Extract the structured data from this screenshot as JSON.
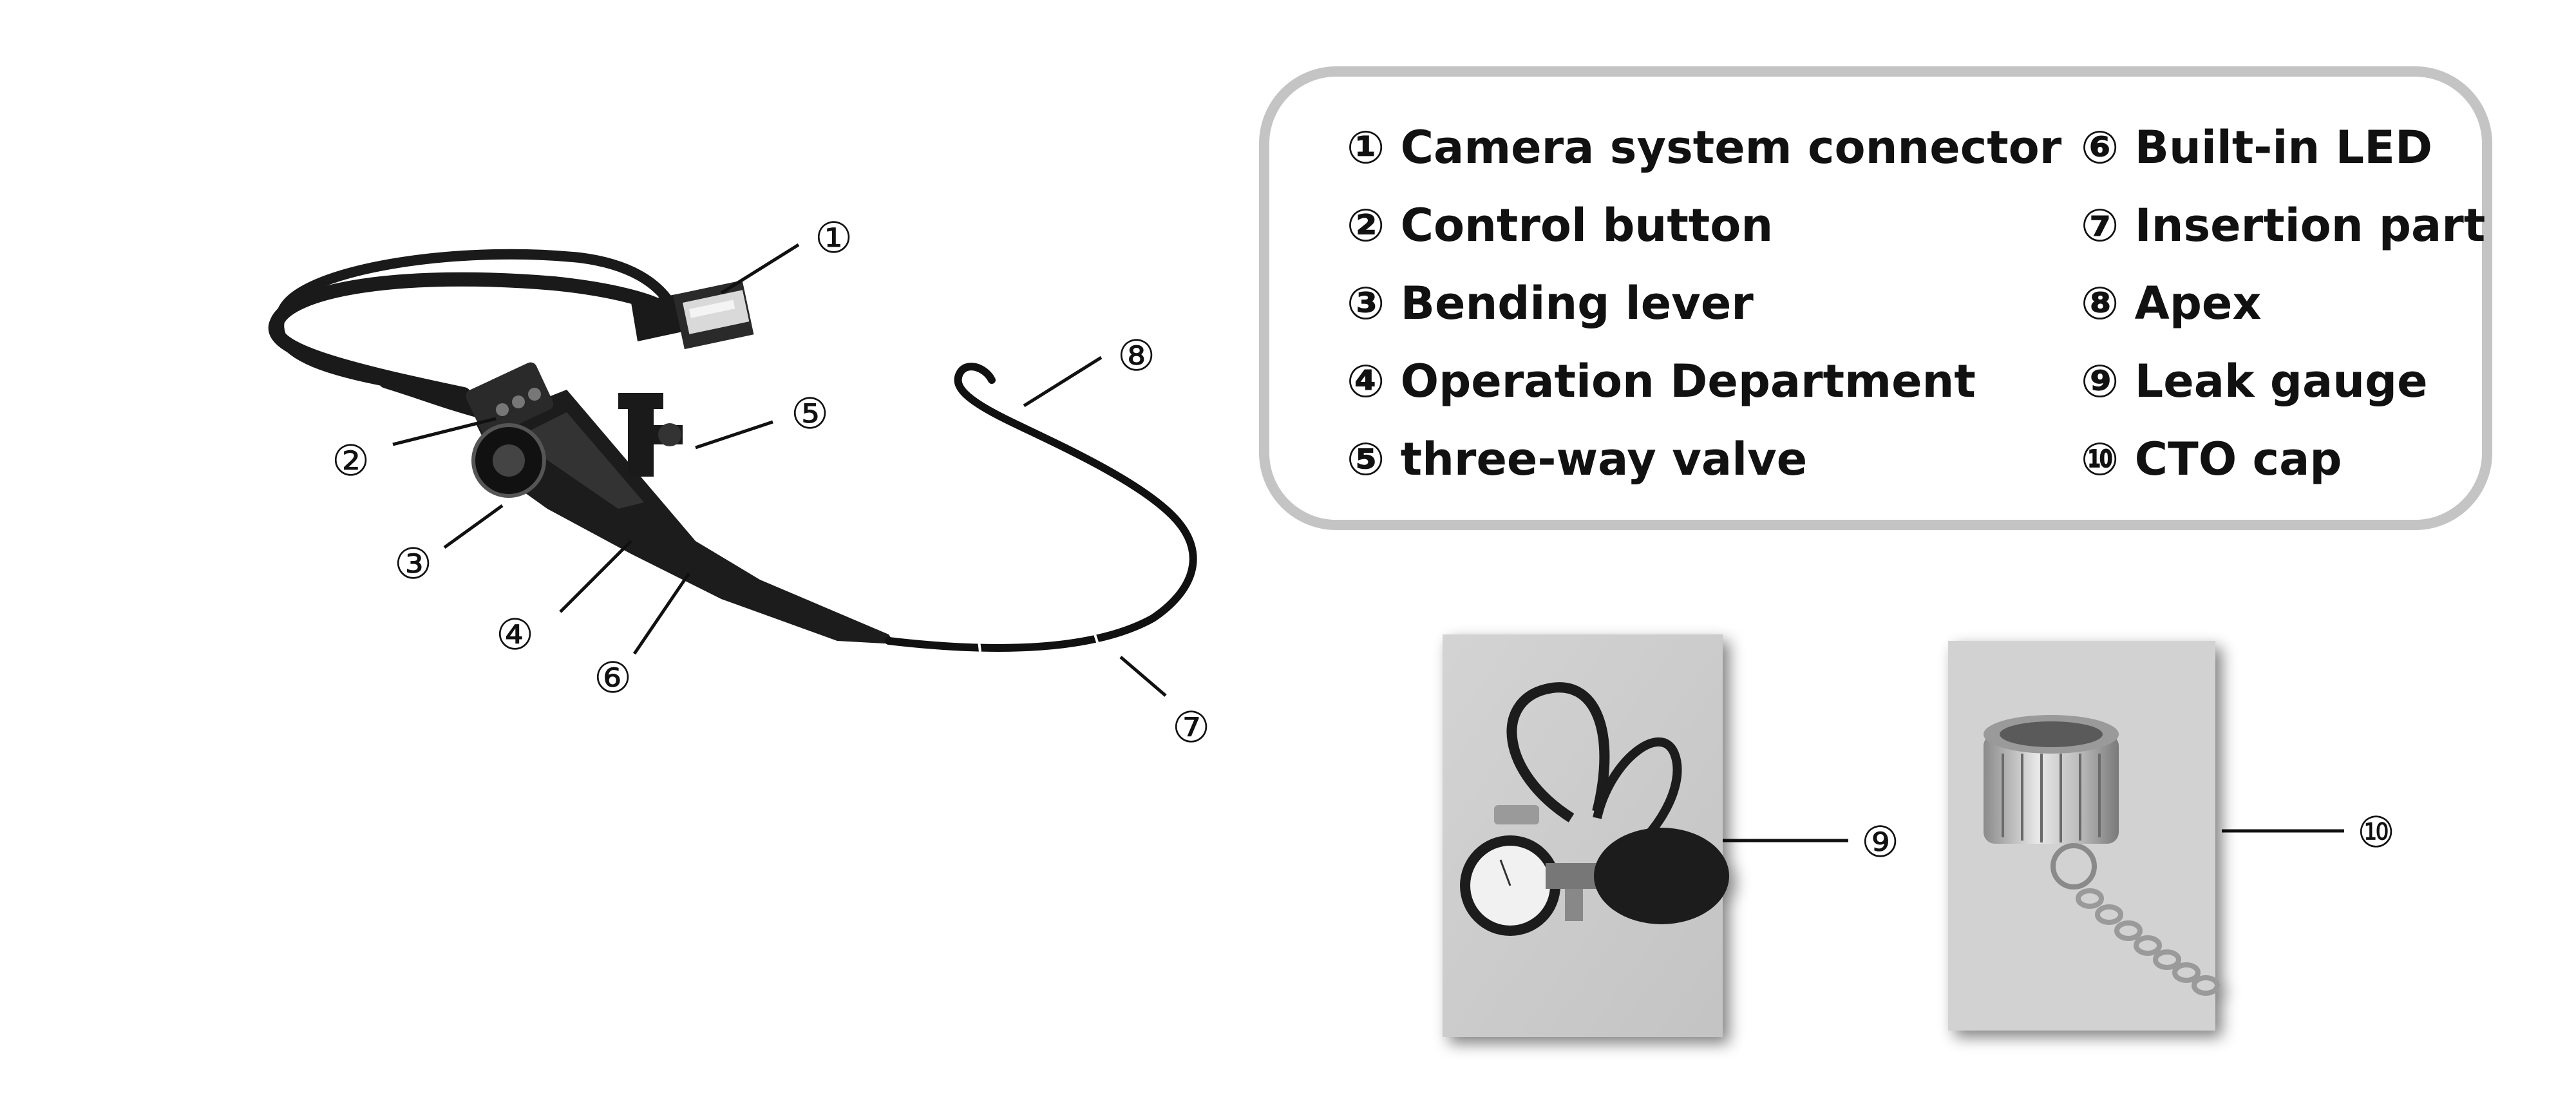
{
  "callouts": {
    "c1": "①",
    "c2": "②",
    "c3": "③",
    "c4": "④",
    "c5": "⑤",
    "c6": "⑥",
    "c7": "⑦",
    "c8": "⑧",
    "c9": "⑨",
    "c10": "⑩"
  },
  "legend": {
    "left": [
      "① Camera system connector",
      "② Control button",
      "③ Bending lever",
      "④ Operation Department",
      "⑤ three-way valve"
    ],
    "right": [
      "⑥ Built-in LED",
      "⑦ Insertion part",
      "⑧ Apex",
      "⑨ Leak gauge",
      "⑩ CTO cap"
    ]
  },
  "colors": {
    "border": "#c4c4c4",
    "device": "#1a1a1a",
    "photo_bg": "#cfcfcf"
  }
}
